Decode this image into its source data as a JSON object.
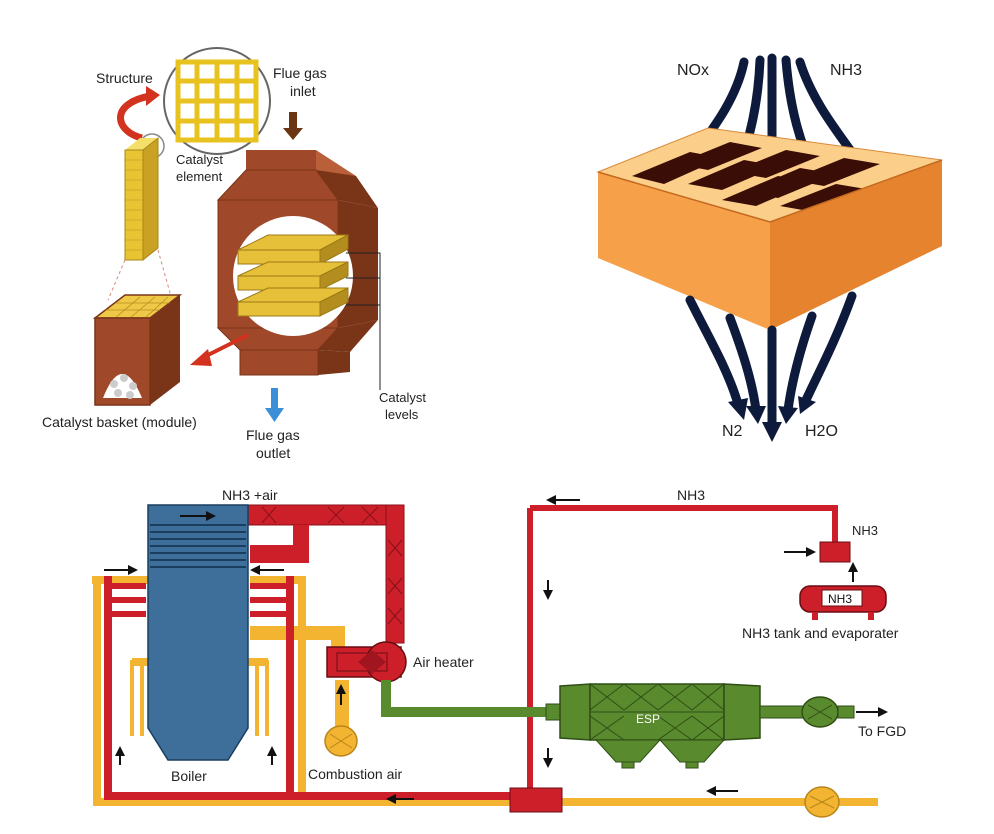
{
  "colors": {
    "brick": "#a0482a",
    "brick_dark": "#7a3418",
    "catalyst_yellow": "#f2d24a",
    "catalyst_orange": "#f7a04a",
    "catalyst_orange_dark": "#d9772a",
    "arrow_navy": "#0e1a3c",
    "boiler_blue": "#3d6f9a",
    "duct_red": "#cc1f2a",
    "duct_yellow": "#f2b431",
    "duct_green": "#5a8a2e",
    "outlet_blue": "#3a8fd8"
  },
  "top_left": {
    "structure": "Structure",
    "flue_gas_inlet_l1": "Flue gas",
    "flue_gas_inlet_l2": "inlet",
    "catalyst_element_l1": "Catalyst",
    "catalyst_element_l2": "element",
    "catalyst_levels_l1": "Catalyst",
    "catalyst_levels_l2": "levels",
    "catalyst_basket": "Catalyst basket (module)",
    "flue_gas_outlet_l1": "Flue gas",
    "flue_gas_outlet_l2": "outlet"
  },
  "top_right": {
    "nox": "NOx",
    "nh3": "NH3",
    "n2": "N2",
    "h2o": "H2O"
  },
  "bottom": {
    "nh3_air": "NH3 +air",
    "nh3_top": "NH3",
    "nh3_right": "NH3",
    "nh3_tank_label": "NH3",
    "nh3_tank_caption": "NH3 tank and evaporater",
    "air_heater": "Air heater",
    "esp": "ESP",
    "to_fgd": "To FGD",
    "boiler": "Boiler",
    "combustion_air": "Combustion air"
  }
}
